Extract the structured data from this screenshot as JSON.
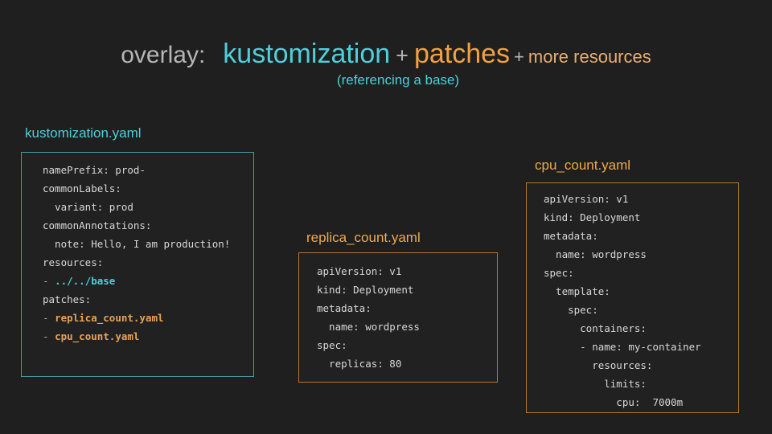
{
  "heading": {
    "overlay_label": "overlay:",
    "term_kustomization": "kustomization",
    "plus_1": "+",
    "term_patches": "patches",
    "plus_2": "+",
    "term_more_resources": "more resources",
    "subtitle": "(referencing a base)"
  },
  "colors": {
    "page_background": "#1f1f1f",
    "panel_background": "#212121",
    "cyan_accent": "#4ecfdb",
    "orange_accent": "#f2a13e",
    "tan_accent": "#e8ae72",
    "gray_text": "#b6b6b6",
    "code_text": "#d8d8d8",
    "cyan_border": "#4a9aa6",
    "orange_border": "#b5762f"
  },
  "panels": [
    {
      "id": "kustomization",
      "label": "kustomization.yaml",
      "border_color": "#4a9aa6",
      "label_color": "#4ecfdb",
      "lines": [
        "namePrefix: prod-",
        "commonLabels:",
        "  variant: prod",
        "commonAnnotations:",
        "  note: Hello, I am production!",
        "resources:",
        "- ../../base",
        "patches:",
        "- replica_count.yaml",
        "- cpu_count.yaml"
      ]
    },
    {
      "id": "replica_count",
      "label": "replica_count.yaml",
      "border_color": "#b5762f",
      "label_color": "#f0a94c",
      "lines": [
        "apiVersion: v1",
        "kind: Deployment",
        "metadata:",
        "  name: wordpress",
        "spec:",
        "  replicas: 80"
      ]
    },
    {
      "id": "cpu_count",
      "label": "cpu_count.yaml",
      "border_color": "#b5762f",
      "label_color": "#f0a94c",
      "lines": [
        "apiVersion: v1",
        "kind: Deployment",
        "metadata:",
        "  name: wordpress",
        "spec:",
        "  template:",
        "    spec:",
        "      containers:",
        "      - name: my-container",
        "        resources:",
        "          limits:",
        "            cpu:  7000m"
      ]
    }
  ]
}
